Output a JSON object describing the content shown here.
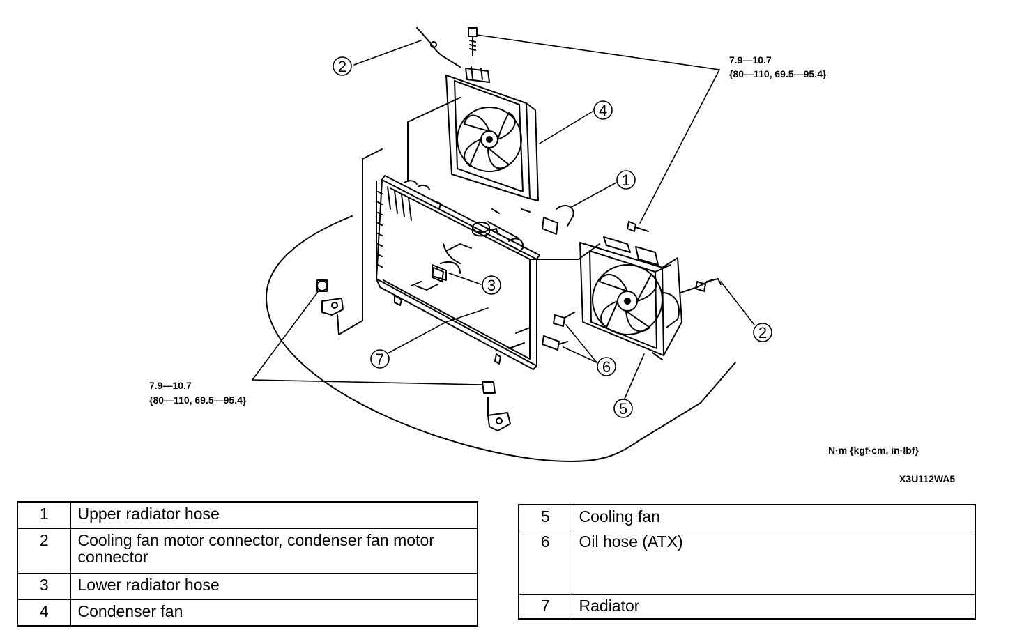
{
  "callouts": {
    "c1": "1",
    "c2a": "2",
    "c2b": "2",
    "c3": "3",
    "c4": "4",
    "c5": "5",
    "c6": "6",
    "c7": "7"
  },
  "torque_top": {
    "line1": "7.9—10.7",
    "line2": "{80—110, 69.5—95.4}"
  },
  "torque_bottom": {
    "line1": "7.9—10.7",
    "line2": "{80—110, 69.5—95.4}"
  },
  "units_note": "N·m {kgf·cm, in·lbf}",
  "figure_code": "X3U112WA5",
  "legend_left": [
    {
      "num": "1",
      "name": "Upper radiator hose"
    },
    {
      "num": "2",
      "name": "Cooling fan motor connector, condenser fan motor connector"
    },
    {
      "num": "3",
      "name": "Lower radiator hose"
    },
    {
      "num": "4",
      "name": "Condenser fan"
    }
  ],
  "legend_right": [
    {
      "num": "5",
      "name": "Cooling fan"
    },
    {
      "num": "6",
      "name": "Oil hose (ATX)"
    },
    {
      "num": "7",
      "name": "Radiator"
    }
  ]
}
